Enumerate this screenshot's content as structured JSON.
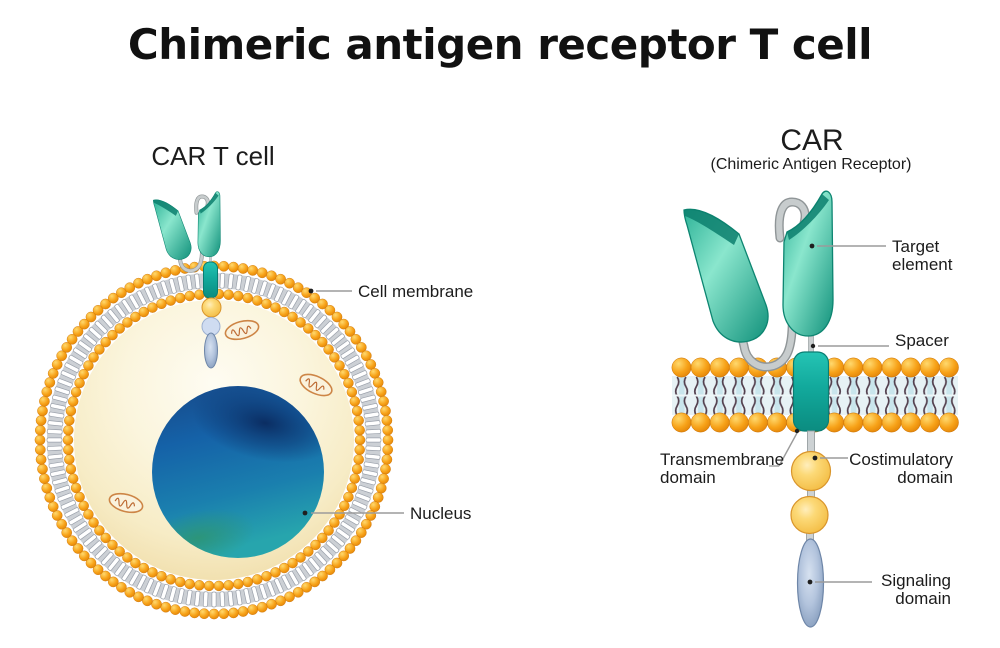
{
  "title": "Chimeric antigen receptor T cell",
  "left_panel": {
    "heading": "CAR T cell",
    "labels": {
      "cell_membrane": "Cell membrane",
      "nucleus": "Nucleus"
    }
  },
  "right_panel": {
    "heading": "CAR",
    "subheading": "(Chimeric Antigen Receptor)",
    "labels": {
      "target_element": "Target element",
      "spacer": "Spacer",
      "transmembrane_domain": "Transmembrane domain",
      "costimulatory_domain": "Costimulatory domain",
      "signaling_domain": "Signaling domain"
    }
  },
  "colors": {
    "membrane_orange": "#F49D0C",
    "receptor_teal": "#2BB79B",
    "nucleus_blue": "#1563AB",
    "nucleus_teal": "#26A9AC",
    "costimulatory_yellow": "#FBD26E",
    "signaling_blue_gray": "#A9BBD6",
    "cytoplasm_cream": "#F8F0CE",
    "membrane_inner_blue": "#E7F2F5",
    "label_line_gray": "#9B9B9B",
    "text_black": "#1C1C1C"
  }
}
